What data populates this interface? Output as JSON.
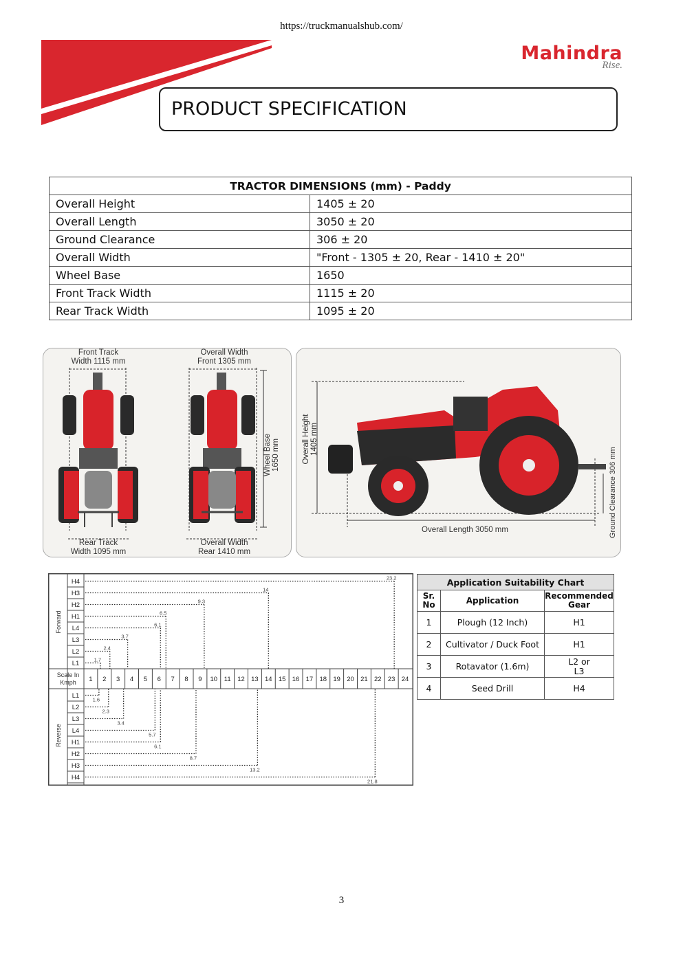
{
  "header": {
    "url": "https://truckmanualshub.com/",
    "brand": "Mahindra",
    "tagline": "Rise.",
    "title": "PRODUCT SPECIFICATION"
  },
  "dimensions_table": {
    "caption": "TRACTOR DIMENSIONS (mm) - Paddy",
    "rows": [
      {
        "label": "Overall Height",
        "value": "1405 ± 20"
      },
      {
        "label": "Overall Length",
        "value": "3050 ± 20"
      },
      {
        "label": "Ground Clearance",
        "value": "306 ± 20"
      },
      {
        "label": "Overall Width",
        "value": "\"Front - 1305 ± 20, Rear - 1410 ± 20\""
      },
      {
        "label": "Wheel Base",
        "value": "1650"
      },
      {
        "label": "Front Track Width",
        "value": "1115 ± 20"
      },
      {
        "label": "Rear Track Width",
        "value": "1095 ± 20"
      }
    ]
  },
  "diagram": {
    "front_track": "Front Track\nWidth 1115 mm",
    "overall_width_front": "Overall Width\nFront 1305 mm",
    "rear_track": "Rear Track\nWidth 1095 mm",
    "overall_width_rear": "Overall Width\nRear 1410 mm",
    "wheel_base": "Wheel Base\n1650 mm",
    "overall_height": "Overall Height\n1405 mm",
    "overall_length": "Overall Length 3050 mm",
    "ground_clearance": "Ground Clearance 306 mm",
    "tractor_color": "#d8232a"
  },
  "gear_chart": {
    "forward_label": "Forward",
    "reverse_label": "Reverse",
    "scale_label": "Scale In\nKmph",
    "scale": [
      "1",
      "2",
      "3",
      "4",
      "5",
      "6",
      "7",
      "8",
      "9",
      "10",
      "11",
      "12",
      "13",
      "14",
      "15",
      "16",
      "17",
      "18",
      "19",
      "20",
      "21",
      "22",
      "23",
      "24"
    ],
    "forward": [
      {
        "gear": "H4",
        "speed": 23.2
      },
      {
        "gear": "H3",
        "speed": 14
      },
      {
        "gear": "H2",
        "speed": 9.3
      },
      {
        "gear": "H1",
        "speed": 6.5
      },
      {
        "gear": "L4",
        "speed": 6.1
      },
      {
        "gear": "L3",
        "speed": 3.7
      },
      {
        "gear": "L2",
        "speed": 2.4
      },
      {
        "gear": "L1",
        "speed": 1.7
      }
    ],
    "reverse": [
      {
        "gear": "L1",
        "speed": 1.6
      },
      {
        "gear": "L2",
        "speed": 2.3
      },
      {
        "gear": "L3",
        "speed": 3.4
      },
      {
        "gear": "L4",
        "speed": 5.7
      },
      {
        "gear": "H1",
        "speed": 6.1
      },
      {
        "gear": "H2",
        "speed": 8.7
      },
      {
        "gear": "H3",
        "speed": 13.2
      },
      {
        "gear": "H4",
        "speed": 21.8
      }
    ]
  },
  "application_chart": {
    "title": "Application Suitability Chart",
    "headers": {
      "sr": "Sr.\nNo",
      "application": "Application",
      "gear": "Recommended\nGear"
    },
    "rows": [
      {
        "sr": "1",
        "application": "Plough (12 Inch)",
        "gear": "H1"
      },
      {
        "sr": "2",
        "application": "Cultivator / Duck Foot",
        "gear": "H1"
      },
      {
        "sr": "3",
        "application": "Rotavator (1.6m)",
        "gear": "L2 or\nL3"
      },
      {
        "sr": "4",
        "application": "Seed Drill",
        "gear": "H4"
      }
    ]
  },
  "page_number": "3"
}
